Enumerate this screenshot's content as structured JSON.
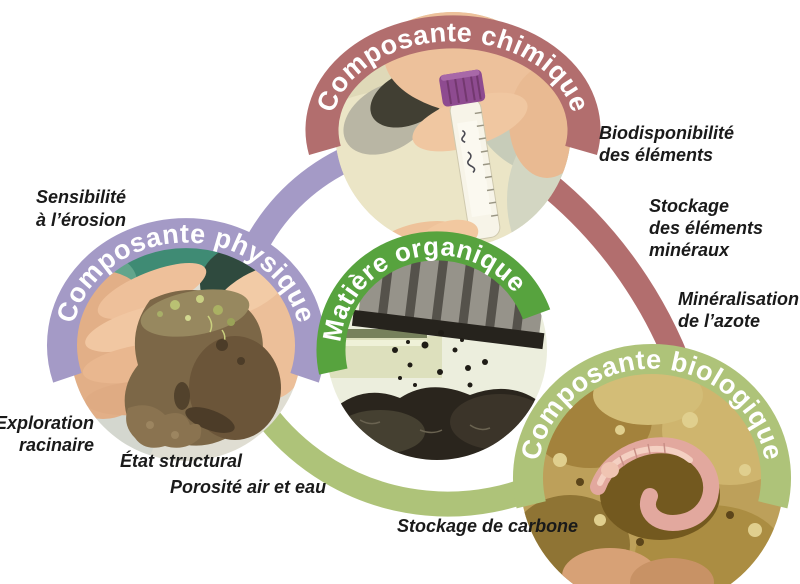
{
  "colors": {
    "chimique": "#b26e6e",
    "physique": "#a49ac6",
    "organique": "#57a33e",
    "biologique": "#aec379",
    "label_text": "#1a1a1a",
    "band_text": "#ffffff"
  },
  "nodes": {
    "chimique": {
      "label": "Composante chimique",
      "photo": "hand holding soil-analysis test tube"
    },
    "physique": {
      "label": "Composante physique",
      "photo": "hands holding a soil clod"
    },
    "organique": {
      "label": "Matière organique",
      "photo": "spreader dumping dark compost"
    },
    "biologique": {
      "label": "Composante biologique",
      "photo": "earthworm in ochre soil"
    }
  },
  "labels": {
    "sensibilite": {
      "lines": [
        "Sensibilité",
        "à l’érosion"
      ]
    },
    "biodisponibilite": {
      "lines": [
        "Biodisponibilité",
        "des éléments"
      ]
    },
    "stockage_mineraux": {
      "lines": [
        "Stockage",
        "des éléments",
        "minéraux"
      ]
    },
    "mineralisation": {
      "lines": [
        "Minéralisation",
        "de l’azote"
      ]
    },
    "exploration_racinaire": {
      "lines": [
        "Exploration",
        "racinaire"
      ]
    },
    "etat_structural": {
      "lines": [
        "État structural"
      ]
    },
    "porosite": {
      "lines": [
        "Porosité air et eau"
      ]
    },
    "stockage_carbone": {
      "lines": [
        "Stockage de carbone"
      ]
    }
  }
}
